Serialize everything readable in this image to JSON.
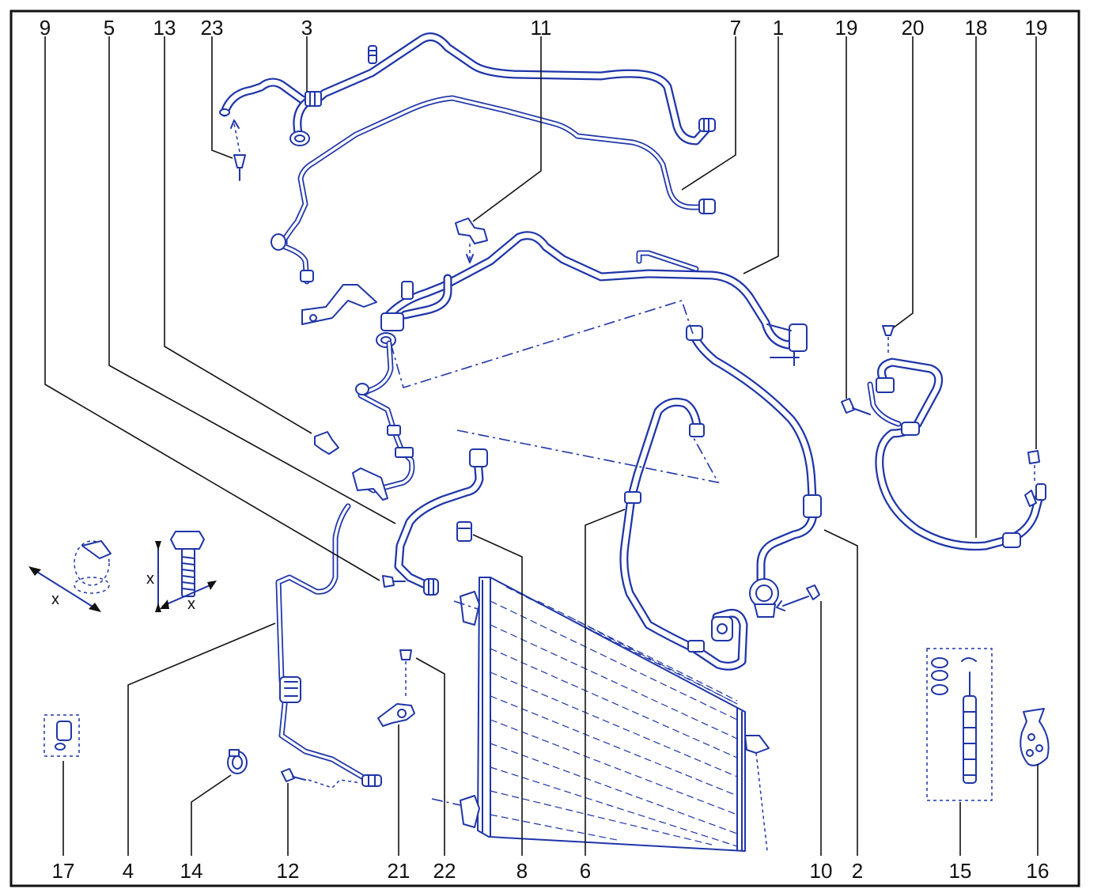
{
  "callouts": {
    "c9": "9",
    "c5": "5",
    "c13": "13",
    "c23": "23",
    "c3": "3",
    "c11": "11",
    "c7": "7",
    "c1": "1",
    "c19a": "19",
    "c20": "20",
    "c18": "18",
    "c19b": "19",
    "c17": "17",
    "c4": "4",
    "c14": "14",
    "c12": "12",
    "c21": "21",
    "c22": "22",
    "c8": "8",
    "c6": "6",
    "c10": "10",
    "c2": "2",
    "c15": "15",
    "c16": "16"
  },
  "dimension_marks": {
    "clip_x": "x",
    "bolt_x_vertical": "x",
    "bolt_x_horizontal": "x"
  },
  "colors": {
    "line_art": "#1f35a8",
    "labels": "#111111",
    "background": "#ffffff"
  }
}
